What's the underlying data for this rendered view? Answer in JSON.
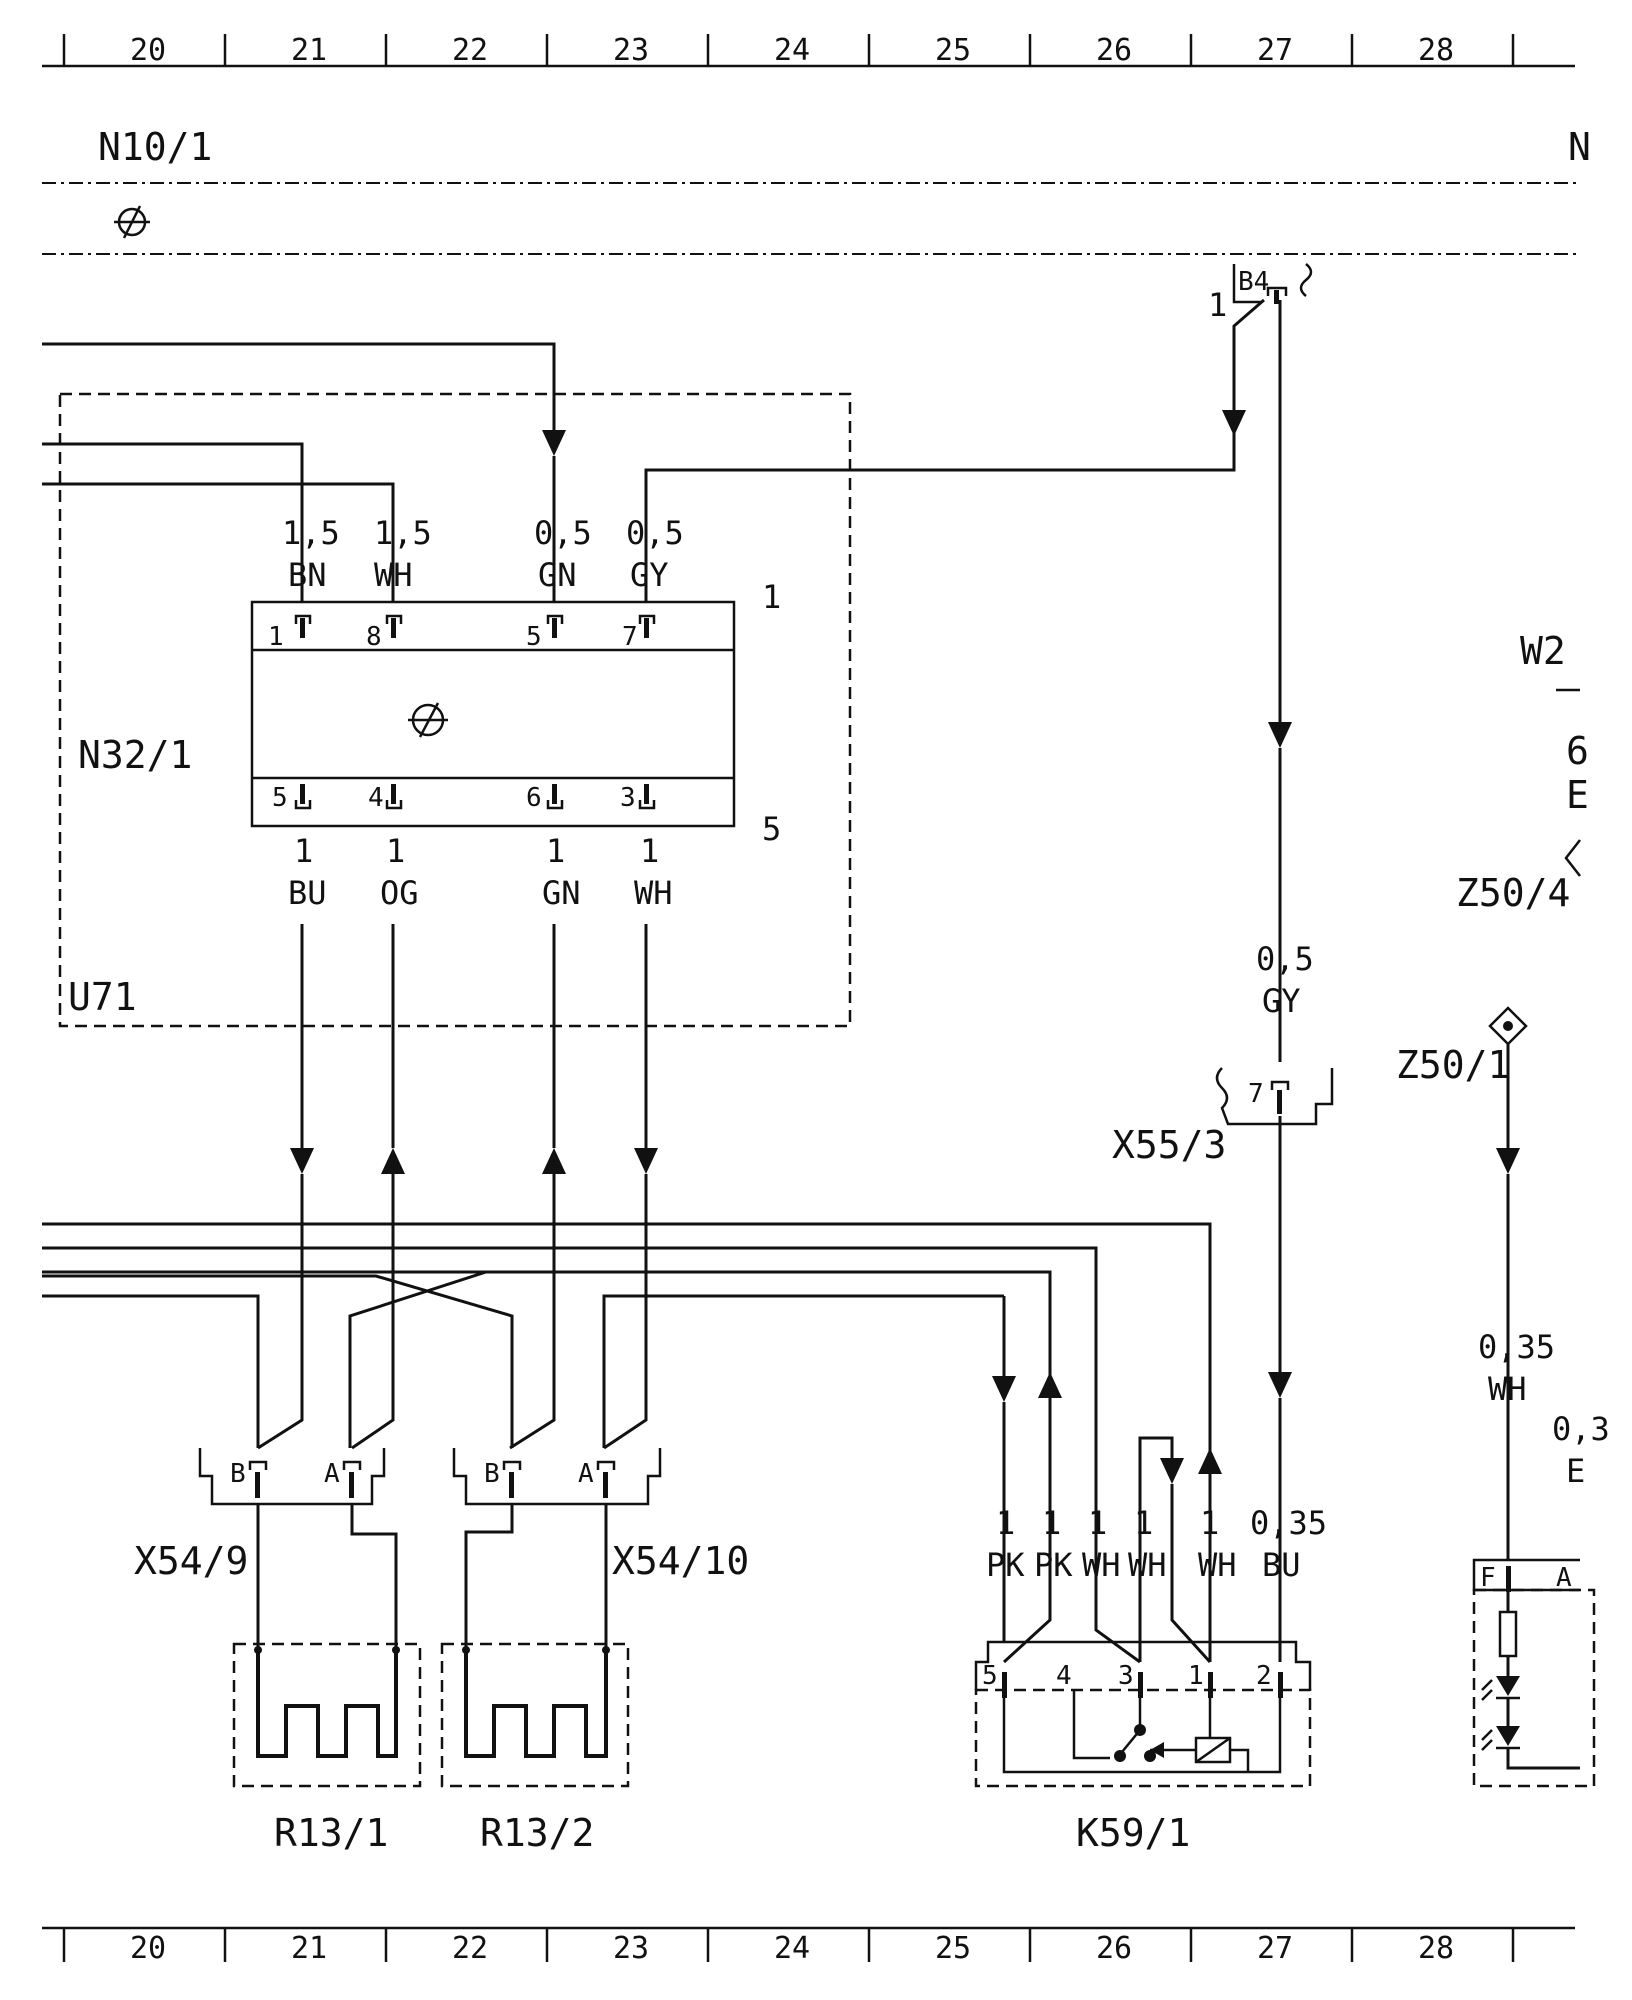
{
  "grid_numbers": [
    "20",
    "21",
    "22",
    "23",
    "24",
    "25",
    "26",
    "27",
    "28"
  ],
  "components": {
    "n10_1": "N10/1",
    "n32_1": "N32/1",
    "u71": "U71",
    "x54_9": "X54/9",
    "x54_10": "X54/10",
    "r13_1": "R13/1",
    "r13_2": "R13/2",
    "k59_1": "K59/1",
    "x55_3": "X55/3",
    "z50_1": "Z50/1",
    "z50_4": "Z50/4",
    "w29_partial": "W2",
    "m_partial": "N"
  },
  "connector_refs": {
    "b4": "B4",
    "b4_pin": "1",
    "n32_top_side": "1",
    "n32_bottom_side": "5",
    "x55_pin": "7"
  },
  "n32_top_pins": [
    "1",
    "8",
    "5",
    "7"
  ],
  "n32_bottom_pins": [
    "5",
    "4",
    "6",
    "3"
  ],
  "wires_top": [
    {
      "size": "1,5",
      "color": "BN"
    },
    {
      "size": "1,5",
      "color": "WH"
    },
    {
      "size": "0,5",
      "color": "GN"
    },
    {
      "size": "0,5",
      "color": "GY"
    }
  ],
  "wires_bottom": [
    {
      "size": "1",
      "color": "BU"
    },
    {
      "size": "1",
      "color": "OG"
    },
    {
      "size": "1",
      "color": "GN"
    },
    {
      "size": "1",
      "color": "WH"
    }
  ],
  "wire_x55": {
    "size": "0,5",
    "color": "GY"
  },
  "x54_pins": [
    "B",
    "A"
  ],
  "k59_pins": [
    "5",
    "4",
    "3",
    "1",
    "2"
  ],
  "k59_wires": [
    {
      "size": "1",
      "color": "PK"
    },
    {
      "size": "1",
      "color": "PK"
    },
    {
      "size": "1",
      "color": "WH"
    },
    {
      "size": "1",
      "color": "WH"
    },
    {
      "size": "1",
      "color": "WH"
    },
    {
      "size": "0,35",
      "color": "BU"
    }
  ],
  "z50_wire": {
    "size": "0,35",
    "color": "WH"
  },
  "right_edge": {
    "pin_f": "F",
    "pin_a": "A",
    "wire_a": "0,3",
    "wire_b": "E",
    "w29_size": "6",
    "w29_color": "E"
  }
}
